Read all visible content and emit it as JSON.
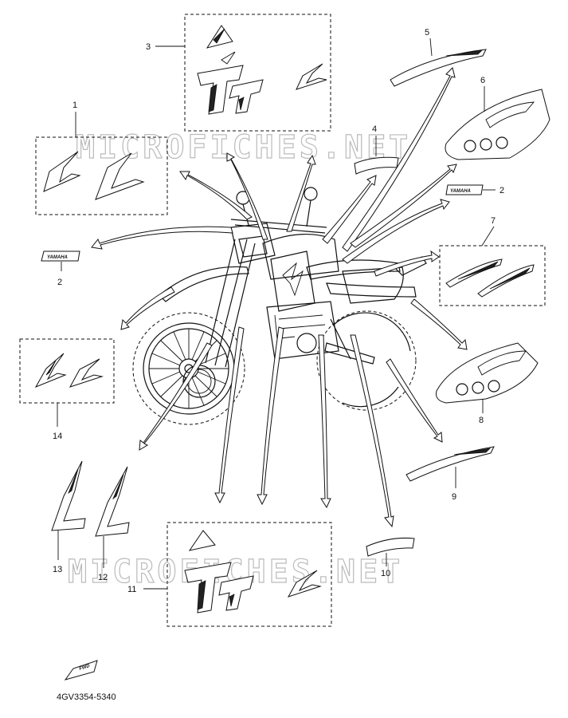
{
  "watermarks": [
    "MICROFICHES.NET",
    "MICROFICHES.NET"
  ],
  "emblem_text": [
    "YAMAHA",
    "YAMAHA"
  ],
  "part_code": "4GV3354-5340",
  "fwd_label": "FWD",
  "callouts": [
    "1",
    "2",
    "2",
    "3",
    "4",
    "5",
    "6",
    "7",
    "8",
    "9",
    "10",
    "11",
    "12",
    "13",
    "14"
  ]
}
